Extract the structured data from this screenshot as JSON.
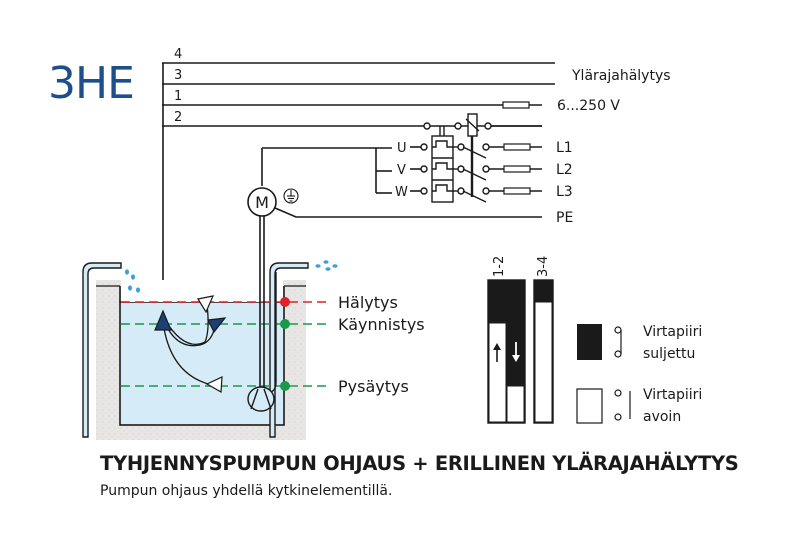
{
  "diagram": {
    "code": "3HE",
    "title": "TYHJENNYSPUMPUN OHJAUS + ERILLINEN YLÄRAJAHÄLYTYS",
    "subtitle": "Pumpun ohjaus yhdellä kytkinelementillä.",
    "wire_numbers": [
      "4",
      "3",
      "1",
      "2"
    ],
    "wire_labels": {
      "upper_alarm": "Ylärajahälytys",
      "voltage": "6...250 V"
    },
    "phase_labels": [
      "L1",
      "L2",
      "L3",
      "PE"
    ],
    "motor_terminals": [
      "U",
      "V",
      "W"
    ],
    "motor_symbol": "M",
    "level_labels": {
      "alarm": "Hälytys",
      "start": "Käynnistys",
      "stop": "Pysäytys"
    },
    "contact_chart": {
      "columns": [
        "1-2",
        "3-4"
      ]
    },
    "legend": [
      {
        "line1": "Virtapiiri",
        "line2": "suljettu",
        "state": "closed"
      },
      {
        "line1": "Virtapiiri",
        "line2": "avoin",
        "state": "open"
      }
    ],
    "colors": {
      "brand_blue": "#1f4e8c",
      "alarm_red": "#e0202a",
      "level_green": "#1a9a48",
      "water": "#d6ebf8",
      "float_blue": "#1d3f73",
      "drop_blue": "#3aa0dc",
      "concrete": "#e6e4e2"
    },
    "icons": {
      "ground": "ground-icon",
      "motor": "motor-icon",
      "fuse": "fuse-icon",
      "relay": "relay-coil-icon",
      "float": "float-switch-icon",
      "pump": "pump-icon",
      "water_drops": "water-drops-icon",
      "arrow_up": "arrow-up-icon",
      "arrow_down": "arrow-down-icon"
    }
  }
}
